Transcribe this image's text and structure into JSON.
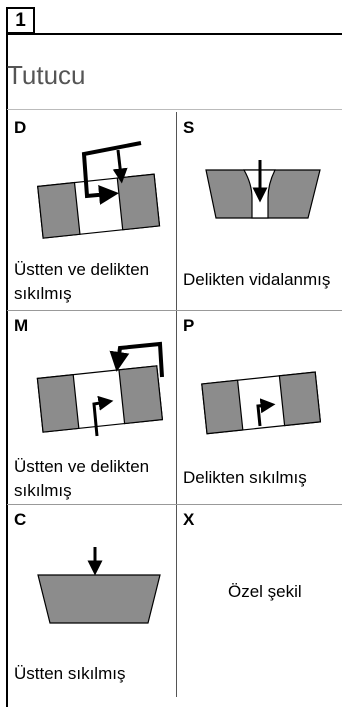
{
  "badge": "1",
  "title": "Tutucu",
  "cells": [
    {
      "code": "D",
      "caption_lines": [
        "Üstten ve delikten",
        "sıkılmış"
      ]
    },
    {
      "code": "S",
      "caption_lines": [
        "Delikten vidalanmış"
      ]
    },
    {
      "code": "M",
      "caption_lines": [
        "Üstten ve delikten",
        "sıkılmış"
      ]
    },
    {
      "code": "P",
      "caption_lines": [
        "Delikten sıkılmış"
      ]
    },
    {
      "code": "C",
      "caption_lines": [
        "Üstten sıkılmış"
      ]
    },
    {
      "code": "X",
      "caption_lines": [
        "Özel şekil"
      ]
    }
  ],
  "colors": {
    "insert_gray": "#8c8c8c",
    "line": "#000000"
  }
}
